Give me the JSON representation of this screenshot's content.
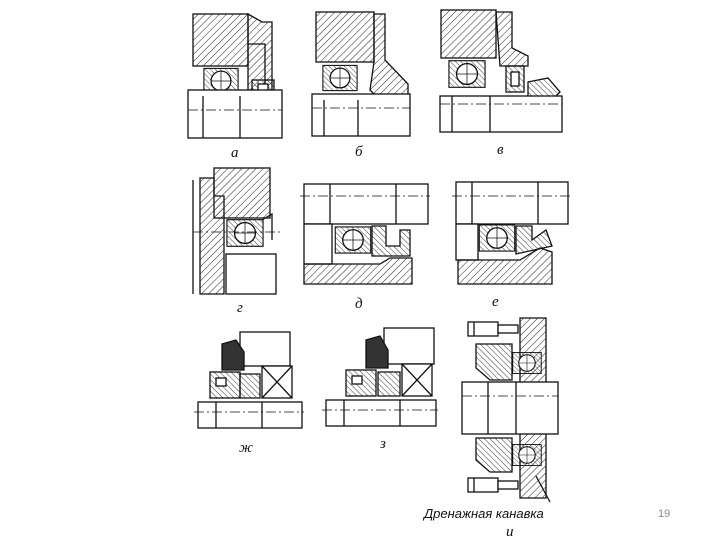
{
  "figure": {
    "labels": {
      "a": "а",
      "b": "б",
      "v": "в",
      "g": "г",
      "d": "д",
      "e": "е",
      "zh": "ж",
      "z": "з",
      "i": "и"
    },
    "drain_groove_caption": "Дренажная канавка"
  },
  "slide": {
    "page_number": "19"
  },
  "colors": {
    "ink": "#111111",
    "hatch": "#222222",
    "page_number": "#8a8a8a"
  }
}
